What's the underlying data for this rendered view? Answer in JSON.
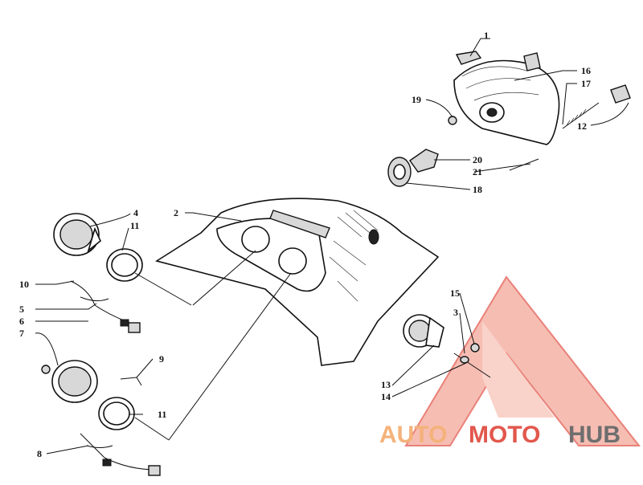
{
  "callouts": {
    "c1": "1",
    "c2": "2",
    "c3": "3",
    "c4": "4",
    "c5": "5",
    "c6": "6",
    "c7": "7",
    "c8": "8",
    "c9": "9",
    "c10": "10",
    "c11a": "11",
    "c11b": "11",
    "c12": "12",
    "c13": "13",
    "c14": "14",
    "c15": "15",
    "c16": "16",
    "c17": "17",
    "c18": "18",
    "c19": "19",
    "c20": "20",
    "c21": "21"
  },
  "watermark": {
    "part1": "AUTO",
    "part2": "MOTO",
    "part3": "HUB",
    "color_light": "#f4b27a",
    "color_red": "#e2574c",
    "color_gray": "#6e6e6e"
  }
}
